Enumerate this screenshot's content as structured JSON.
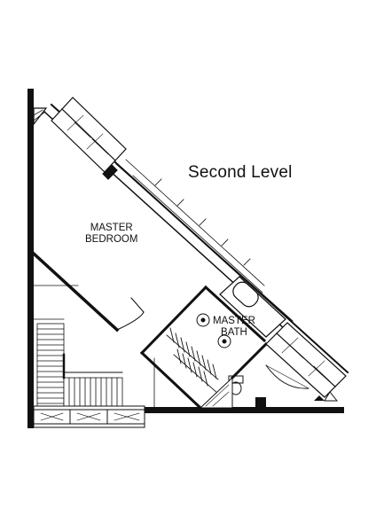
{
  "title": "Second Level",
  "rooms": [
    {
      "lines": [
        "MASTER",
        "BEDROOM"
      ]
    },
    {
      "lines": [
        "MASTER",
        "BATH"
      ]
    }
  ],
  "colors": {
    "ink": "#111111",
    "background": "#ffffff"
  }
}
